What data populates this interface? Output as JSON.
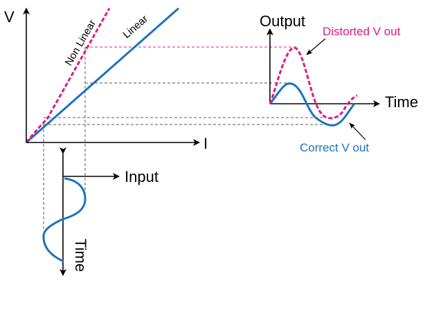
{
  "labels": {
    "v_axis": "V",
    "i_axis": "I",
    "non_linear": "Non Linear",
    "linear": "Linear",
    "input": "Input",
    "input_time": "Time",
    "output": "Output",
    "output_time": "Time",
    "distorted": "Distorted V out",
    "correct": "Correct V out"
  },
  "colors": {
    "axis": "#000000",
    "linear": "#1a73bd",
    "non_linear": "#e0197d",
    "guide": "#555555"
  }
}
